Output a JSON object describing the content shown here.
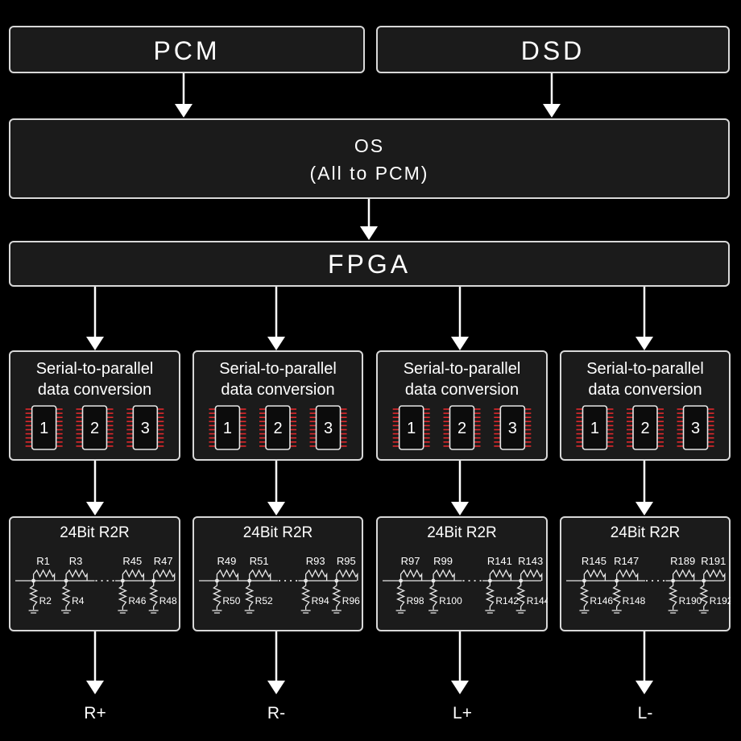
{
  "inputs": {
    "pcm": "PCM",
    "dsd": "DSD"
  },
  "os": {
    "line1": "OS",
    "line2": "(All to PCM)"
  },
  "fpga": "FPGA",
  "channels": [
    {
      "converter": {
        "line1": "Serial-to-parallel",
        "line2": "data conversion",
        "chips": [
          "1",
          "2",
          "3"
        ]
      },
      "r2r": {
        "title": "24Bit R2R",
        "top": [
          "R1",
          "R3",
          "R45",
          "R47"
        ],
        "bottom": [
          "R2",
          "R4",
          "R46",
          "R48"
        ]
      },
      "output": "R+"
    },
    {
      "converter": {
        "line1": "Serial-to-parallel",
        "line2": "data conversion",
        "chips": [
          "1",
          "2",
          "3"
        ]
      },
      "r2r": {
        "title": "24Bit R2R",
        "top": [
          "R49",
          "R51",
          "R93",
          "R95"
        ],
        "bottom": [
          "R50",
          "R52",
          "R94",
          "R96"
        ]
      },
      "output": "R-"
    },
    {
      "converter": {
        "line1": "Serial-to-parallel",
        "line2": "data conversion",
        "chips": [
          "1",
          "2",
          "3"
        ]
      },
      "r2r": {
        "title": "24Bit R2R",
        "top": [
          "R97",
          "R99",
          "R141",
          "R143"
        ],
        "bottom": [
          "R98",
          "R100",
          "R142",
          "R144"
        ]
      },
      "output": "L+"
    },
    {
      "converter": {
        "line1": "Serial-to-parallel",
        "line2": "data conversion",
        "chips": [
          "1",
          "2",
          "3"
        ]
      },
      "r2r": {
        "title": "24Bit R2R",
        "top": [
          "R145",
          "R147",
          "R189",
          "R191"
        ],
        "bottom": [
          "R146",
          "R148",
          "R190",
          "R192"
        ]
      },
      "output": "L-"
    }
  ],
  "colors": {
    "background": "#000000",
    "box_fill": "#1b1b1b",
    "box_border": "#d8d8d8",
    "chip_pins": "#e0282c",
    "arrow": "#ffffff"
  }
}
